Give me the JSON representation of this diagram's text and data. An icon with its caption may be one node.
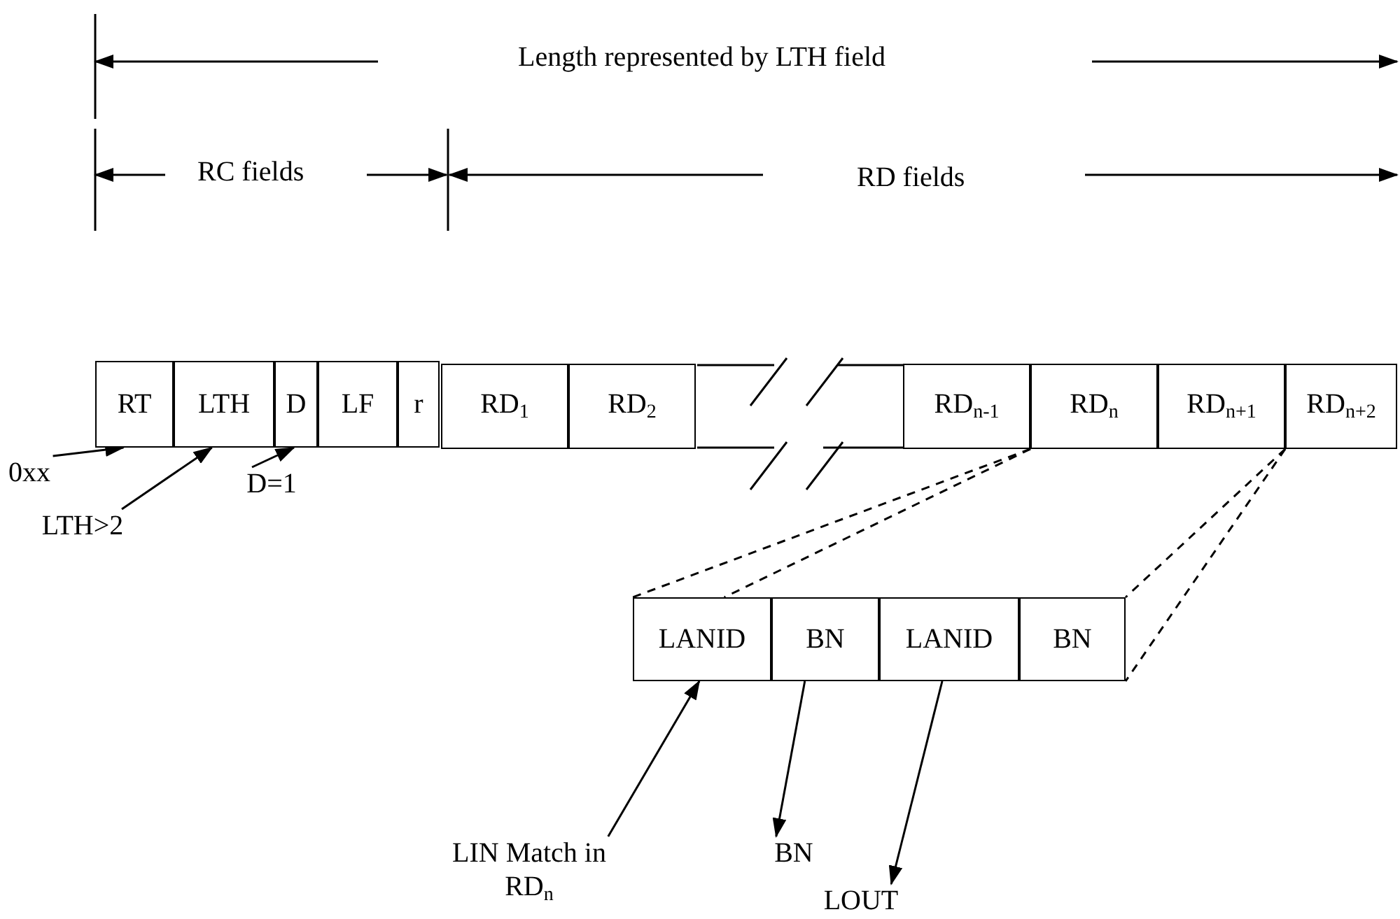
{
  "diagram": {
    "nodes": [
      {
        "text": [
          "RT"
        ]
      },
      {
        "text": [
          "LTH"
        ]
      },
      {
        "text": [
          "D"
        ]
      },
      {
        "text": [
          "LF"
        ]
      },
      {
        "text": [
          "r"
        ]
      },
      {
        "text": [
          "RD$_{1}$"
        ]
      },
      {
        "text": [
          "RD$_{2}$"
        ]
      },
      {
        "text": [
          "RD$_{n-1}$"
        ]
      },
      {
        "text": [
          "RD$_{n}$"
        ]
      },
      {
        "text": [
          "RD$_{n+1}$"
        ]
      },
      {
        "text": [
          "RD$_{n+2}$"
        ]
      },
      {
        "text": [
          "LANID"
        ]
      },
      {
        "text": [
          "BN"
        ]
      },
      {
        "text": [
          "LANID"
        ]
      },
      {
        "text": [
          "BN"
        ]
      },
      {
        "text": [
          "0xx"
        ]
      },
      {
        "text": [
          "LTH>2"
        ]
      },
      {
        "text": [
          "D=1"
        ]
      },
      {
        "text": [
          "LIN Match in RD$_{n}$"
        ]
      },
      {
        "text": [
          "BN"
        ]
      },
      {
        "text": [
          "LOUT"
        ]
      }
    ],
    "edges": [
      {
        "from": 15,
        "to": 0,
        "arrow": "to"
      },
      {
        "from": 16,
        "to": 1,
        "arrow": "to"
      },
      {
        "from": 17,
        "to": 2,
        "arrow": "to"
      },
      {
        "from": 7,
        "to": 11,
        "arrow": "none",
        "style": "dashed"
      },
      {
        "from": 8,
        "to": 11,
        "arrow": "none",
        "style": "dashed"
      },
      {
        "from": 9,
        "to": 14,
        "arrow": "none",
        "style": "dashed"
      },
      {
        "from": 10,
        "to": 14,
        "arrow": "none",
        "style": "dashed"
      },
      {
        "from": 18,
        "to": 11,
        "arrow": "to"
      },
      {
        "from": 12,
        "to": 19,
        "arrow": "to"
      },
      {
        "from": 13,
        "to": 20,
        "arrow": "to"
      }
    ],
    "labels": [
      "Length represented by LTH field",
      "RC fields",
      "RD fields"
    ]
  }
}
